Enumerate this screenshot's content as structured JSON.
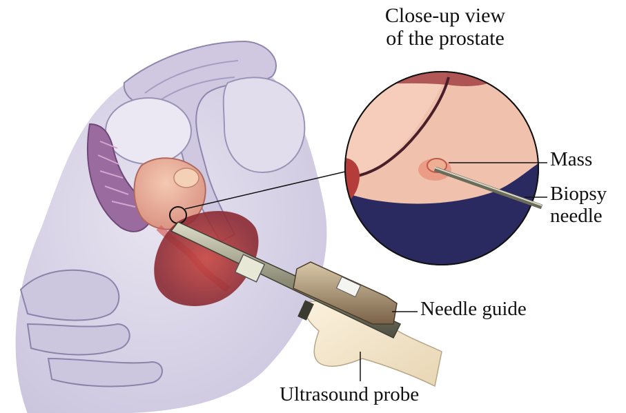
{
  "title": {
    "line1": "Close-up view",
    "line2": "of the prostate"
  },
  "labels": {
    "mass": "Mass",
    "biopsy_line1": "Biopsy",
    "biopsy_line2": "needle",
    "needle_guide": "Needle guide",
    "ultrasound_probe": "Ultrasound probe"
  }
}
